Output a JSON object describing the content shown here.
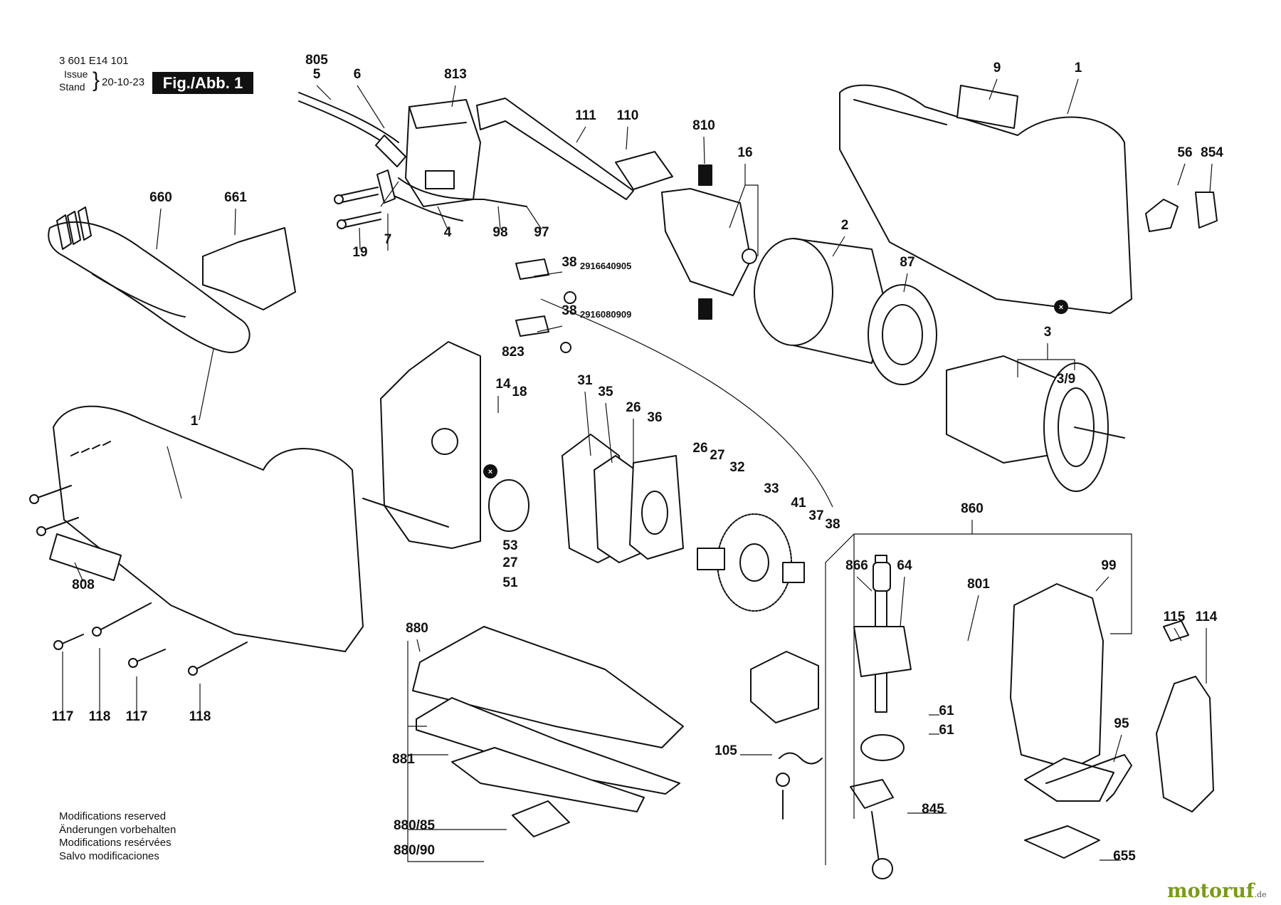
{
  "header": {
    "doc_number": "3 601 E14 101",
    "issue_label": "Issue",
    "stand_label": "Stand",
    "date": "20-10-23",
    "figure_label": "Fig./Abb. 1"
  },
  "footer": {
    "modifications": [
      "Modifications reserved",
      "Änderungen vorbehalten",
      "Modifications resérvées",
      "Salvo modificaciones"
    ]
  },
  "watermark": {
    "brand": "motoruf",
    "tld": ".de"
  },
  "part_numbers": {
    "pn_1": "2916640905",
    "pn_2": "2916080909"
  },
  "labels": [
    "805",
    "5",
    "6",
    "813",
    "111",
    "110",
    "9",
    "1",
    "56",
    "854",
    "660",
    "661",
    "19",
    "7",
    "4",
    "98",
    "97",
    "810",
    "16",
    "2",
    "87",
    "3",
    "3/9",
    "38",
    "38",
    "823",
    "14",
    "18",
    "31",
    "35",
    "26",
    "36",
    "26",
    "27",
    "32",
    "33",
    "41",
    "37",
    "38",
    "53",
    "27",
    "51",
    "1",
    "808",
    "117",
    "118",
    "117",
    "118",
    "880",
    "860",
    "866",
    "64",
    "801",
    "99",
    "115",
    "114",
    "61",
    "61",
    "105",
    "95",
    "881",
    "880/85",
    "845",
    "880/90",
    "655"
  ],
  "colors": {
    "ink": "#111111",
    "paper": "#ffffff",
    "brand": "#7a9a1a",
    "marker": "#111111"
  }
}
